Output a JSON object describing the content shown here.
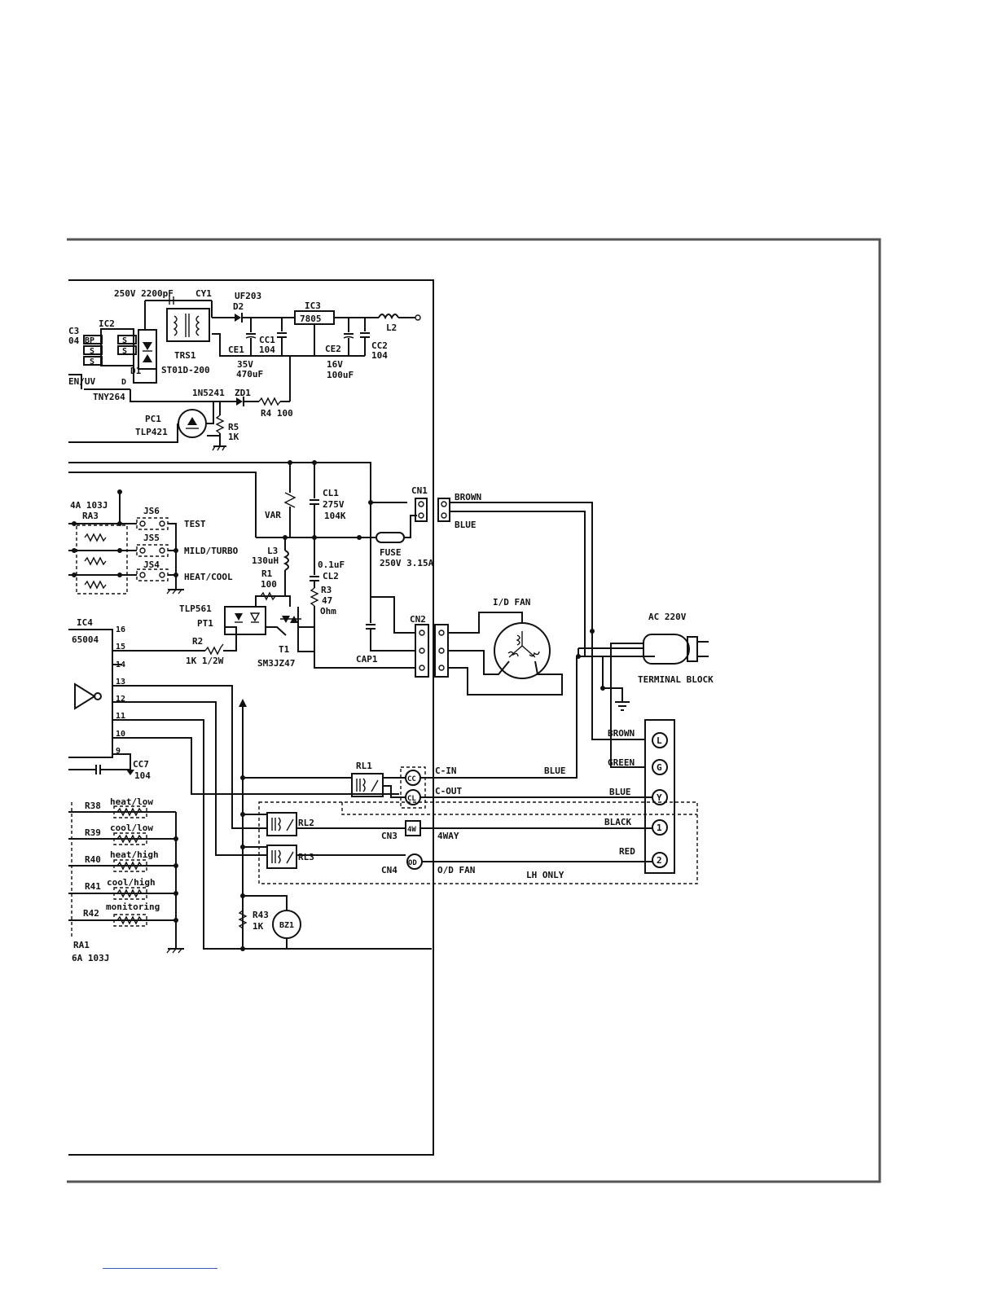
{
  "labels": {
    "cy1_rating": "250V 2200pF",
    "cy1": "CY1",
    "d2_part": "UF203",
    "d2": "D2",
    "ic3": "IC3",
    "ic3_part": "7805",
    "l2": "L2",
    "c3": "C3",
    "c3_val": "04",
    "ic2": "IC2",
    "pin_bp": "BP",
    "pin_s1": "S",
    "pin_s2": "S",
    "pin_s3": "S",
    "pin_s4": "S",
    "pin_enuv": "EN/UV",
    "pin_d": "D",
    "d1": "D1",
    "trs1": "TRS1",
    "trs1_part": "ST01D-200",
    "ce1": "CE1",
    "cc1": "CC1",
    "cc1_val": "104",
    "ce1_v": "35V",
    "ce1_c": "470uF",
    "ce2": "CE2",
    "ce2_v": "16V",
    "ce2_c": "100uF",
    "cc2": "CC2",
    "cc2_val": "104",
    "tny": "TNY264",
    "zd1_part": "1N5241",
    "zd1": "ZD1",
    "r4": "R4  100",
    "pc1": "PC1",
    "pc1_part": "TLP421",
    "r5": "R5",
    "r5_val": "1K",
    "ra3_top": "4A  103J",
    "ra3": "RA3",
    "js6": "JS6",
    "js5": "JS5",
    "js4": "JS4",
    "test": "TEST",
    "mild": "MILD/TURBO",
    "heatcool": "HEAT/COOL",
    "var": "VAR",
    "cl1": "CL1",
    "cl1_v": "275V",
    "cl1_c": "104K",
    "cn1": "CN1",
    "brown1": "BROWN",
    "blue1": "BLUE",
    "fuse": "FUSE",
    "fuse_rating": "250V  3.15A",
    "l3": "L3",
    "l3_val": "130uH",
    "r1": "R1",
    "r1_val": "100",
    "cl2_c": "0.1uF",
    "cl2": "CL2",
    "r3": "R3",
    "r3_val": "47",
    "r3_unit": "Ohm",
    "tlp561": "TLP561",
    "pt1": "PT1",
    "t1": "T1",
    "t1_part": "SM3JZ47",
    "ic4": "IC4",
    "ic4_part": "65004",
    "pin16": "16",
    "pin15": "15",
    "pin14": "14",
    "pin13": "13",
    "pin12": "12",
    "pin11": "11",
    "pin10": "10",
    "pin9": "9",
    "r2": "R2",
    "r2_val": "1K  1/2W",
    "cap1": "CAP1",
    "cn2": "CN2",
    "idfan": "I/D FAN",
    "ac": "AC  220V",
    "terminal": "TERMINAL BLOCK",
    "cc7": "CC7",
    "cc7_val": "104",
    "rl1": "RL1",
    "cc_term": "CC",
    "cl_term": "CL",
    "cin": "C-IN",
    "cout": "C-OUT",
    "blue_rl": "BLUE",
    "brown2": "BROWN",
    "green": "GREEN",
    "blue2": "BLUE",
    "black": "BLACK",
    "red": "RED",
    "tb_l": "L",
    "tb_g": "G",
    "tb_y": "Y",
    "tb_1": "1",
    "tb_2": "2",
    "rl2": "RL2",
    "rl3": "RL3",
    "cn3": "CN3",
    "cn3_sym": "4W",
    "way4": "4WAY",
    "cn4": "CN4",
    "cn4_sym": "OD",
    "odfan": "O/D FAN",
    "lhonly": "LH ONLY",
    "r38": "R38",
    "r39": "R39",
    "r40": "R40",
    "r41": "R41",
    "r42": "R42",
    "heatlow": "heat/low",
    "coollow": "cool/low",
    "heathigh": "heat/high",
    "coolhigh": "cool/high",
    "monitoring": "monitoring",
    "r43": "R43",
    "r43_val": "1K",
    "bz1": "BZ1",
    "ra1": "RA1",
    "ra1_val": "6A  103J"
  }
}
